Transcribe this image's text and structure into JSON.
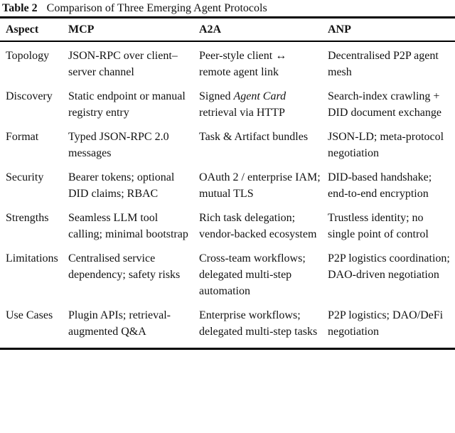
{
  "caption": {
    "label": "Table 2",
    "text": "Comparison of Three Emerging Agent Protocols"
  },
  "colors": {
    "background": "#ffffff",
    "text": "#121212",
    "rule": "#000000"
  },
  "table": {
    "columns": [
      "Aspect",
      "MCP",
      "A2A",
      "ANP"
    ],
    "rows": [
      {
        "aspect": "Topology",
        "mcp": "JSON-RPC over client–server channel",
        "a2a": "Peer-style client ↔ remote agent link",
        "anp": "Decentralised P2P agent mesh"
      },
      {
        "aspect": "Discovery",
        "mcp": "Static endpoint or manual registry entry",
        "a2a": {
          "pre": "Signed ",
          "italic": "Agent Card",
          "post": " retrieval via HTTP"
        },
        "anp": "Search-index crawling + DID document exchange"
      },
      {
        "aspect": "Format",
        "mcp": "Typed JSON-RPC 2.0 messages",
        "a2a": "Task & Artifact bundles",
        "anp": "JSON-LD; meta-protocol negotiation"
      },
      {
        "aspect": "Security",
        "mcp": "Bearer tokens; optional DID claims; RBAC",
        "a2a": "OAuth 2 / enterprise IAM; mutual TLS",
        "anp": "DID-based handshake; end-to-end encryption"
      },
      {
        "aspect": "Strengths",
        "mcp": "Seamless LLM tool calling; minimal bootstrap",
        "a2a": "Rich task delegation; vendor-backed ecosystem",
        "anp": "Trustless identity; no single point of control"
      },
      {
        "aspect": "Limitations",
        "mcp": "Centralised service dependency; safety risks",
        "a2a": "Cross-team workflows; delegated multi-step automation",
        "anp": "P2P logistics coordination; DAO-driven negotiation"
      },
      {
        "aspect": "Use Cases",
        "mcp": "Plugin APIs; retrieval-augmented Q&A",
        "a2a": "Enterprise workflows; delegated multi-step tasks",
        "anp": "P2P logistics; DAO/DeFi negotiation"
      }
    ]
  }
}
